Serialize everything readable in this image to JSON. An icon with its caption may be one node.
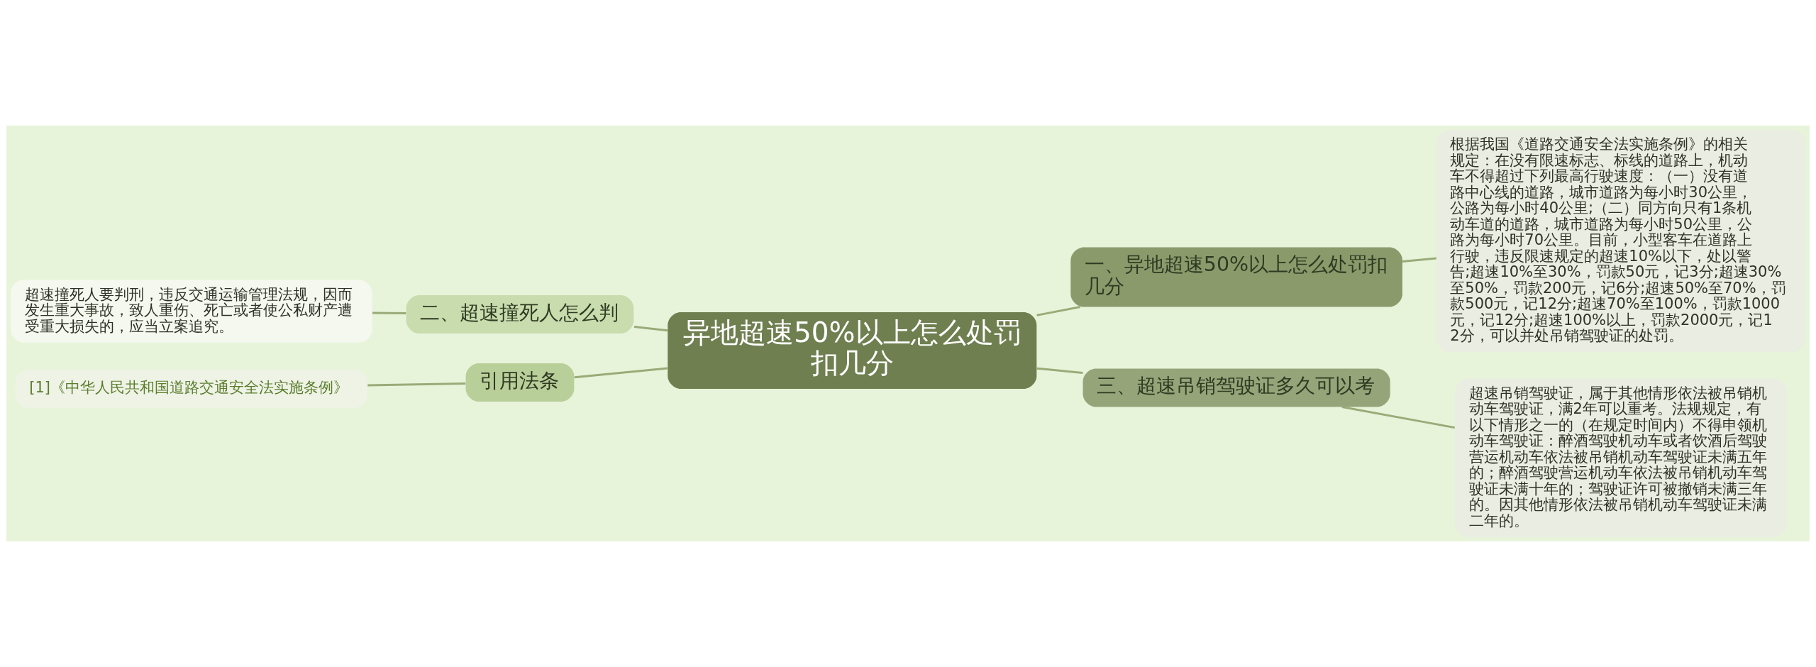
{
  "diagram": {
    "nodes": [
      {
        "text": [
          "异地超速50%以上怎么处罚扣几分"
        ]
      },
      {
        "text": [
          "一、异地超速50%以上怎么处罚扣几分"
        ]
      },
      {
        "text": [
          "根据我国《道路交通安全法实施条例》的相关规定：在没有限速标志、标线的道路上，机动车不得超过下列最高行驶速度：（一）没有道路中心线的道路，城市道路为每小时30公里，公路为每小时40公里;（二）同方向只有1条机动车道的道路，城市道路为每小时50公里，公路为每小时70公里。目前，小型客车在道路上行驶，违反限速规定的超速10%以下，处以警告;超速10%至30%，罚款50元，记3分;超速30%至50%，罚款200元，记6分;超速50%至70%，罚款500元，记12分;超速70%至100%，罚款1000元，记12分;超速100%以上，罚款2000元，记12分，可以并处吊销驾驶证的处罚。"
        ]
      },
      {
        "text": [
          "三、超速吊销驾驶证多久可以考"
        ]
      },
      {
        "text": [
          "超速吊销驾驶证，属于其他情形依法被吊销机动车驾驶证，满2年可以重考。法规规定，有以下情形之一的（在规定时间内）不得申领机动车驾驶证：醉酒驾驶机动车或者饮酒后驾驶营运机动车依法被吊销机动车驾驶证未满五年的；醉酒驾驶营运机动车依法被吊销机动车驾驶证未满十年的；驾驶证许可被撤销未满三年的。因其他情形依法被吊销机动车驾驶证未满二年的。"
        ]
      },
      {
        "text": [
          "二、超速撞死人怎么判"
        ]
      },
      {
        "text": [
          "超速撞死人要判刑，违反交通运输管理法规，因而发生重大事故，致人重伤、死亡或者使公私财产遭受重大损失的，应当立案追究。"
        ]
      },
      {
        "text": [
          "引用法条"
        ]
      },
      {
        "text": [
          "[1]《中华人民共和国道路交通安全法实施条例》"
        ]
      }
    ],
    "edges": [
      {
        "from": 0,
        "to": 1,
        "arrow": "none"
      },
      {
        "from": 1,
        "to": 2,
        "arrow": "none"
      },
      {
        "from": 0,
        "to": 3,
        "arrow": "none"
      },
      {
        "from": 3,
        "to": 4,
        "arrow": "none"
      },
      {
        "from": 5,
        "to": 0,
        "arrow": "none"
      },
      {
        "from": 6,
        "to": 5,
        "arrow": "none"
      },
      {
        "from": 7,
        "to": 0,
        "arrow": "none"
      },
      {
        "from": 8,
        "to": 7,
        "arrow": "none"
      }
    ]
  }
}
